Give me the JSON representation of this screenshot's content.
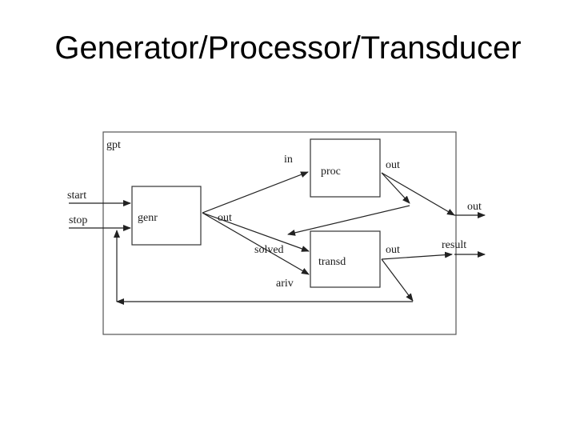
{
  "slide": {
    "title": "Generator/Processor/Transducer"
  },
  "diagram": {
    "container_label": "gpt",
    "blocks": {
      "genr": "genr",
      "proc": "proc",
      "transd": "transd"
    },
    "ports": {
      "start": "start",
      "stop": "stop",
      "genr_out": "out",
      "proc_in": "in",
      "proc_out": "out",
      "transd_solved": "solved",
      "transd_ariv": "ariv",
      "transd_out": "out",
      "gpt_out": "out",
      "gpt_result": "result"
    },
    "colors": {
      "line": "#222222",
      "border": "#555555"
    }
  }
}
